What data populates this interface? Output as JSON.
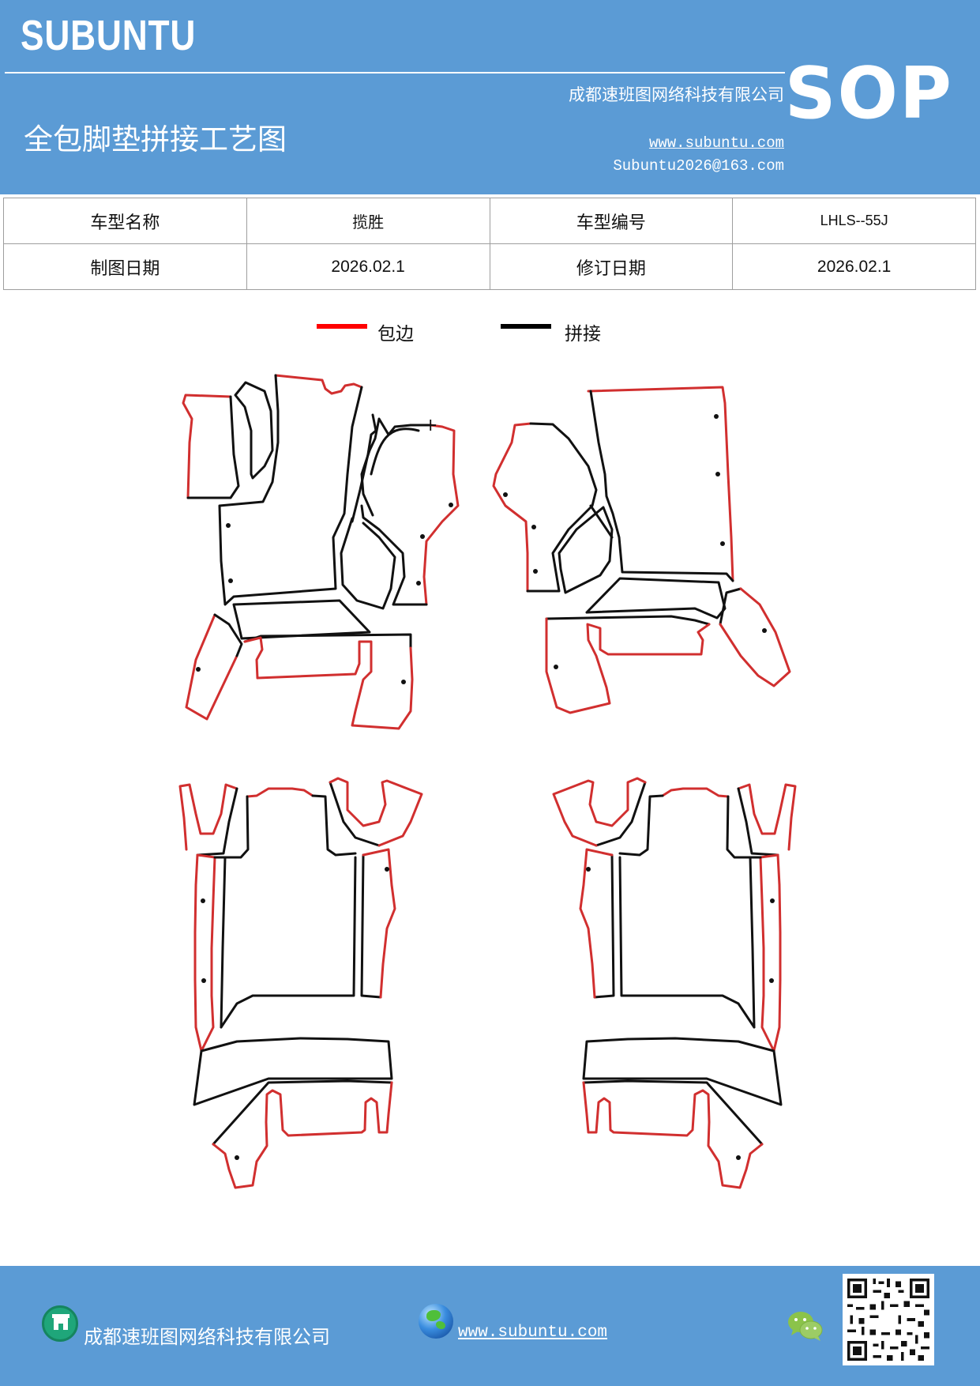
{
  "header": {
    "brand": "SUBUNTU",
    "company": "成都速班图网络科技有限公司",
    "title": "全包脚垫拼接工艺图",
    "website": "www.subuntu.com",
    "email": "Subuntu2026@163.com",
    "badge": "SOP"
  },
  "info_table": {
    "row1": {
      "label1": "车型名称",
      "value1": "揽胜",
      "label2": "车型编号",
      "value2": "LHLS--55J"
    },
    "row2": {
      "label1": "制图日期",
      "value1": "2026.02.1",
      "label2": "修订日期",
      "value2": "2026.02.1"
    }
  },
  "legend": {
    "items": [
      {
        "label": "包边",
        "color": "#ff0000"
      },
      {
        "label": "拼接",
        "color": "#000000"
      }
    ]
  },
  "colors": {
    "header_bg": "#5b9bd5",
    "edge": "#d12f2f",
    "seam": "#111111"
  },
  "footer": {
    "company": "成都速班图网络科技有限公司",
    "website": "www.subuntu.com",
    "icons": [
      "building-icon",
      "globe-icon",
      "wechat-icon",
      "qr-code"
    ]
  }
}
